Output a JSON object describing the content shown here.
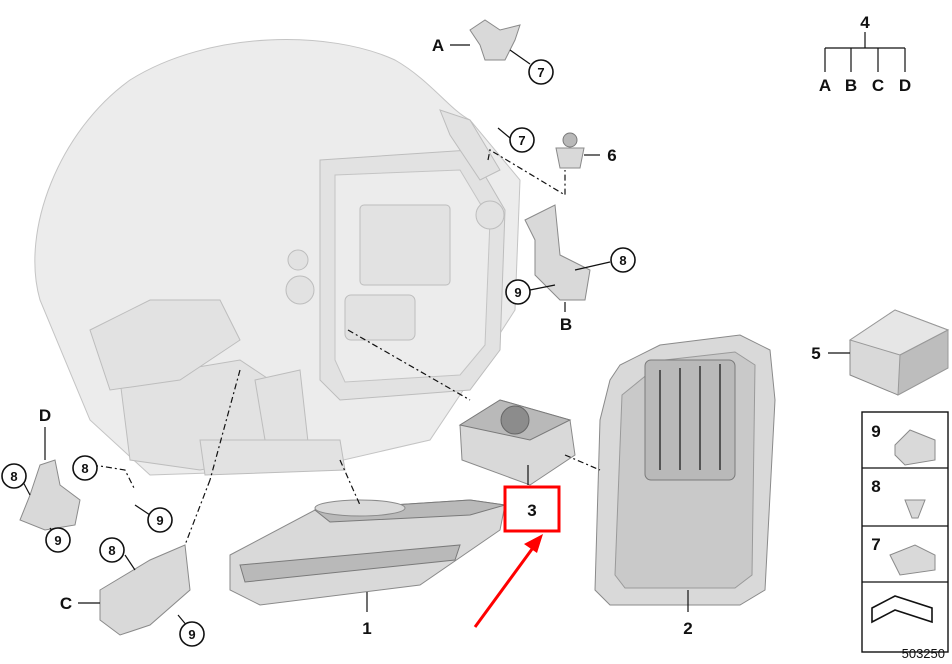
{
  "diagram_id": "503250",
  "callouts": {
    "c1": "1",
    "c2": "2",
    "c3": "3",
    "c4": "4",
    "c5": "5",
    "c6": "6",
    "c7a": "7",
    "c7b": "7",
    "c8a": "8",
    "c8b": "8",
    "c8c": "8",
    "c8d": "8",
    "c9a": "9",
    "c9b": "9",
    "c9c": "9",
    "c9d": "9"
  },
  "tree_labels": {
    "a": "A",
    "b": "B",
    "c": "C",
    "d": "D"
  },
  "bracket_labels": {
    "a": "A",
    "b": "B",
    "c": "C",
    "d": "D"
  },
  "sidebar": {
    "s9": "9",
    "s8": "8",
    "s7": "7"
  },
  "colors": {
    "highlight": "#ff0000",
    "part_fill": "#d9d9d9",
    "ghost_fill": "#ececec"
  }
}
